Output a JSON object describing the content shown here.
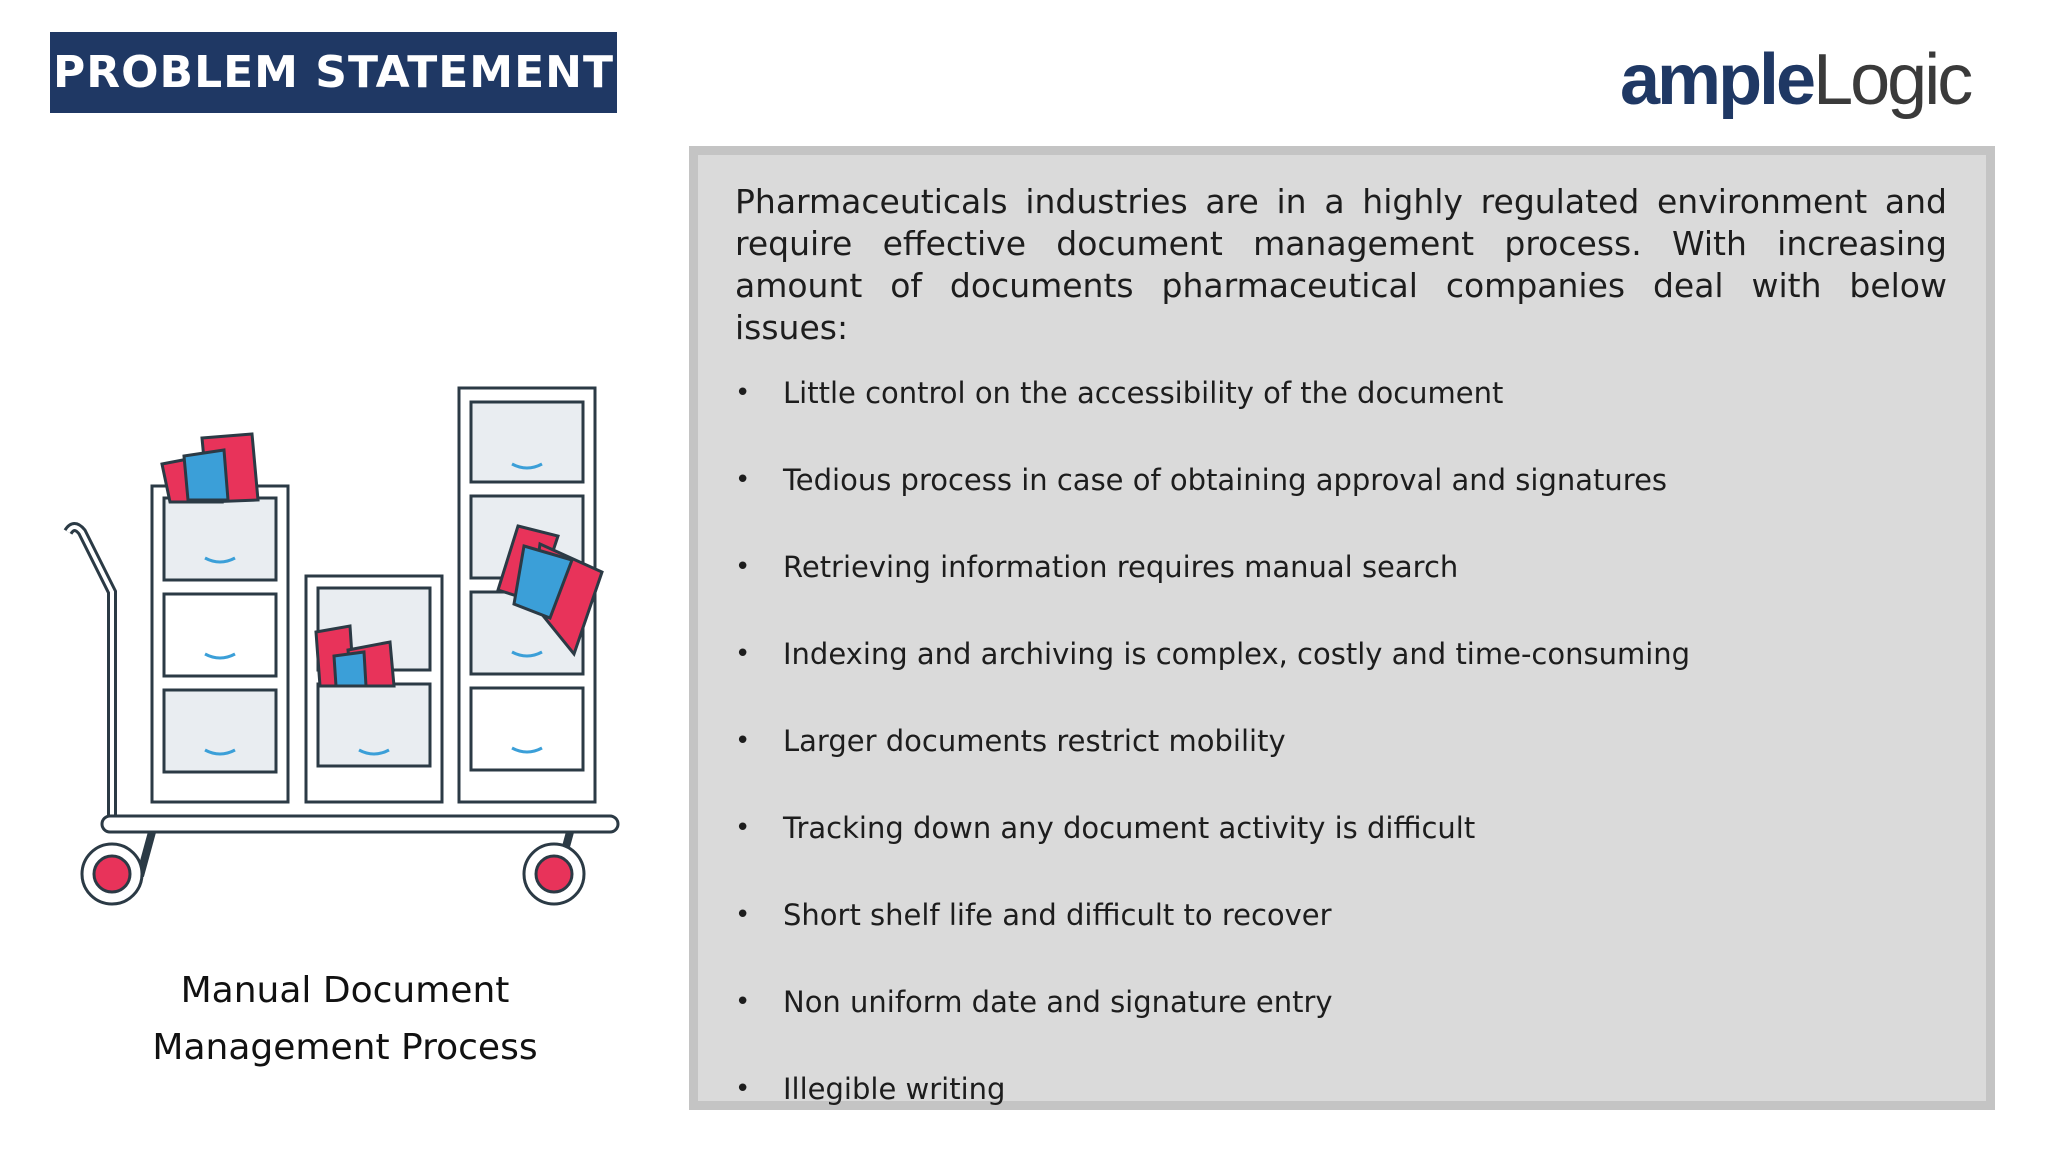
{
  "header": {
    "title": "PROBLEM STATEMENT"
  },
  "logo": {
    "prefix": "ample",
    "suffix": "Logic",
    "colors": {
      "prefix": "#1f3864",
      "suffix": "#3a3a3a"
    }
  },
  "illustration": {
    "icon": "filing-cabinet-cart-icon",
    "colors": {
      "outline": "#2b3a45",
      "accent": "#e8335a",
      "blue": "#3b9fd8"
    }
  },
  "caption": {
    "line1": "Manual Document",
    "line2": "Management Process"
  },
  "panel": {
    "intro": "Pharmaceuticals industries are in a highly regulated environment and require effective document management process. With increasing amount of documents pharmaceutical companies deal with below issues:",
    "bullet_symbol": "•",
    "issues": [
      "Little control on the accessibility of the document",
      "Tedious process in case of obtaining approval  and signatures",
      "Retrieving information requires manual search",
      "Indexing and archiving is complex, costly and time-consuming",
      "Larger documents restrict mobility",
      "Tracking down any document activity is difficult",
      "Short shelf life and difficult to recover",
      "Non uniform date and signature entry",
      "Illegible writing"
    ]
  },
  "theme": {
    "banner": "#1f3864",
    "panel_bg": "#dadada",
    "panel_border": "#c4c4c4"
  }
}
